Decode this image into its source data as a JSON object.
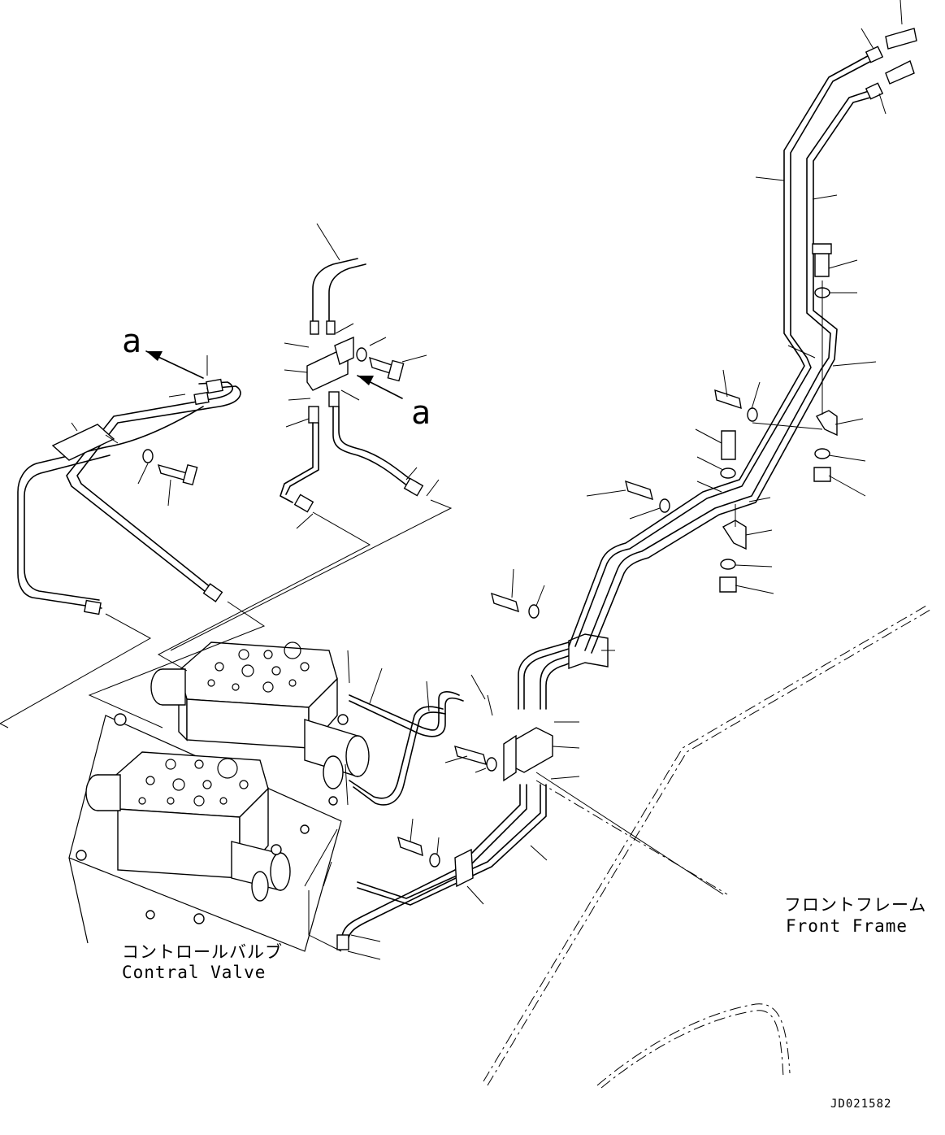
{
  "diagram": {
    "callouts": {
      "a_left": "a",
      "a_right": "a"
    },
    "labels": {
      "front_frame_jp": "フロントフレーム",
      "front_frame_en": "Front Frame",
      "control_valve_jp": "コントロールバルブ",
      "control_valve_en": "Contral Valve"
    },
    "drawing_code": "JD021582"
  }
}
